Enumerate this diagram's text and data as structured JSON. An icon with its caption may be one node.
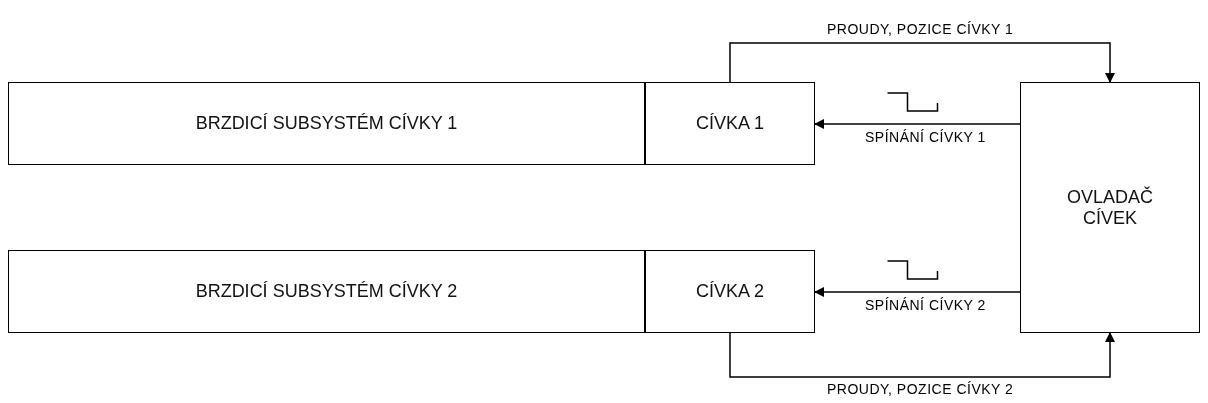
{
  "diagram": {
    "nodes": [
      {
        "text": [
          "BRZDICÍ SUBSYSTÉM CÍVKY 1"
        ]
      },
      {
        "text": [
          "CÍVKA 1"
        ]
      },
      {
        "text": [
          "OVLADAČ CÍVEK"
        ]
      },
      {
        "text": [
          "BRZDICÍ SUBSYSTÉM CÍVKY 2"
        ]
      },
      {
        "text": [
          "CÍVKA 2"
        ]
      }
    ],
    "edges": [
      {
        "from": 1,
        "to": 2,
        "arrow": "to",
        "label": "PROUDY, POZICE CÍVKY 1"
      },
      {
        "from": 2,
        "to": 1,
        "arrow": "to",
        "label": "SPÍNÁNÍ CÍVKY 1"
      },
      {
        "from": 2,
        "to": 4,
        "arrow": "to",
        "label": "SPÍNÁNÍ CÍVKY 2"
      },
      {
        "from": 4,
        "to": 2,
        "arrow": "to",
        "label": "PROUDY, POZICE CÍVKY 2"
      }
    ]
  }
}
